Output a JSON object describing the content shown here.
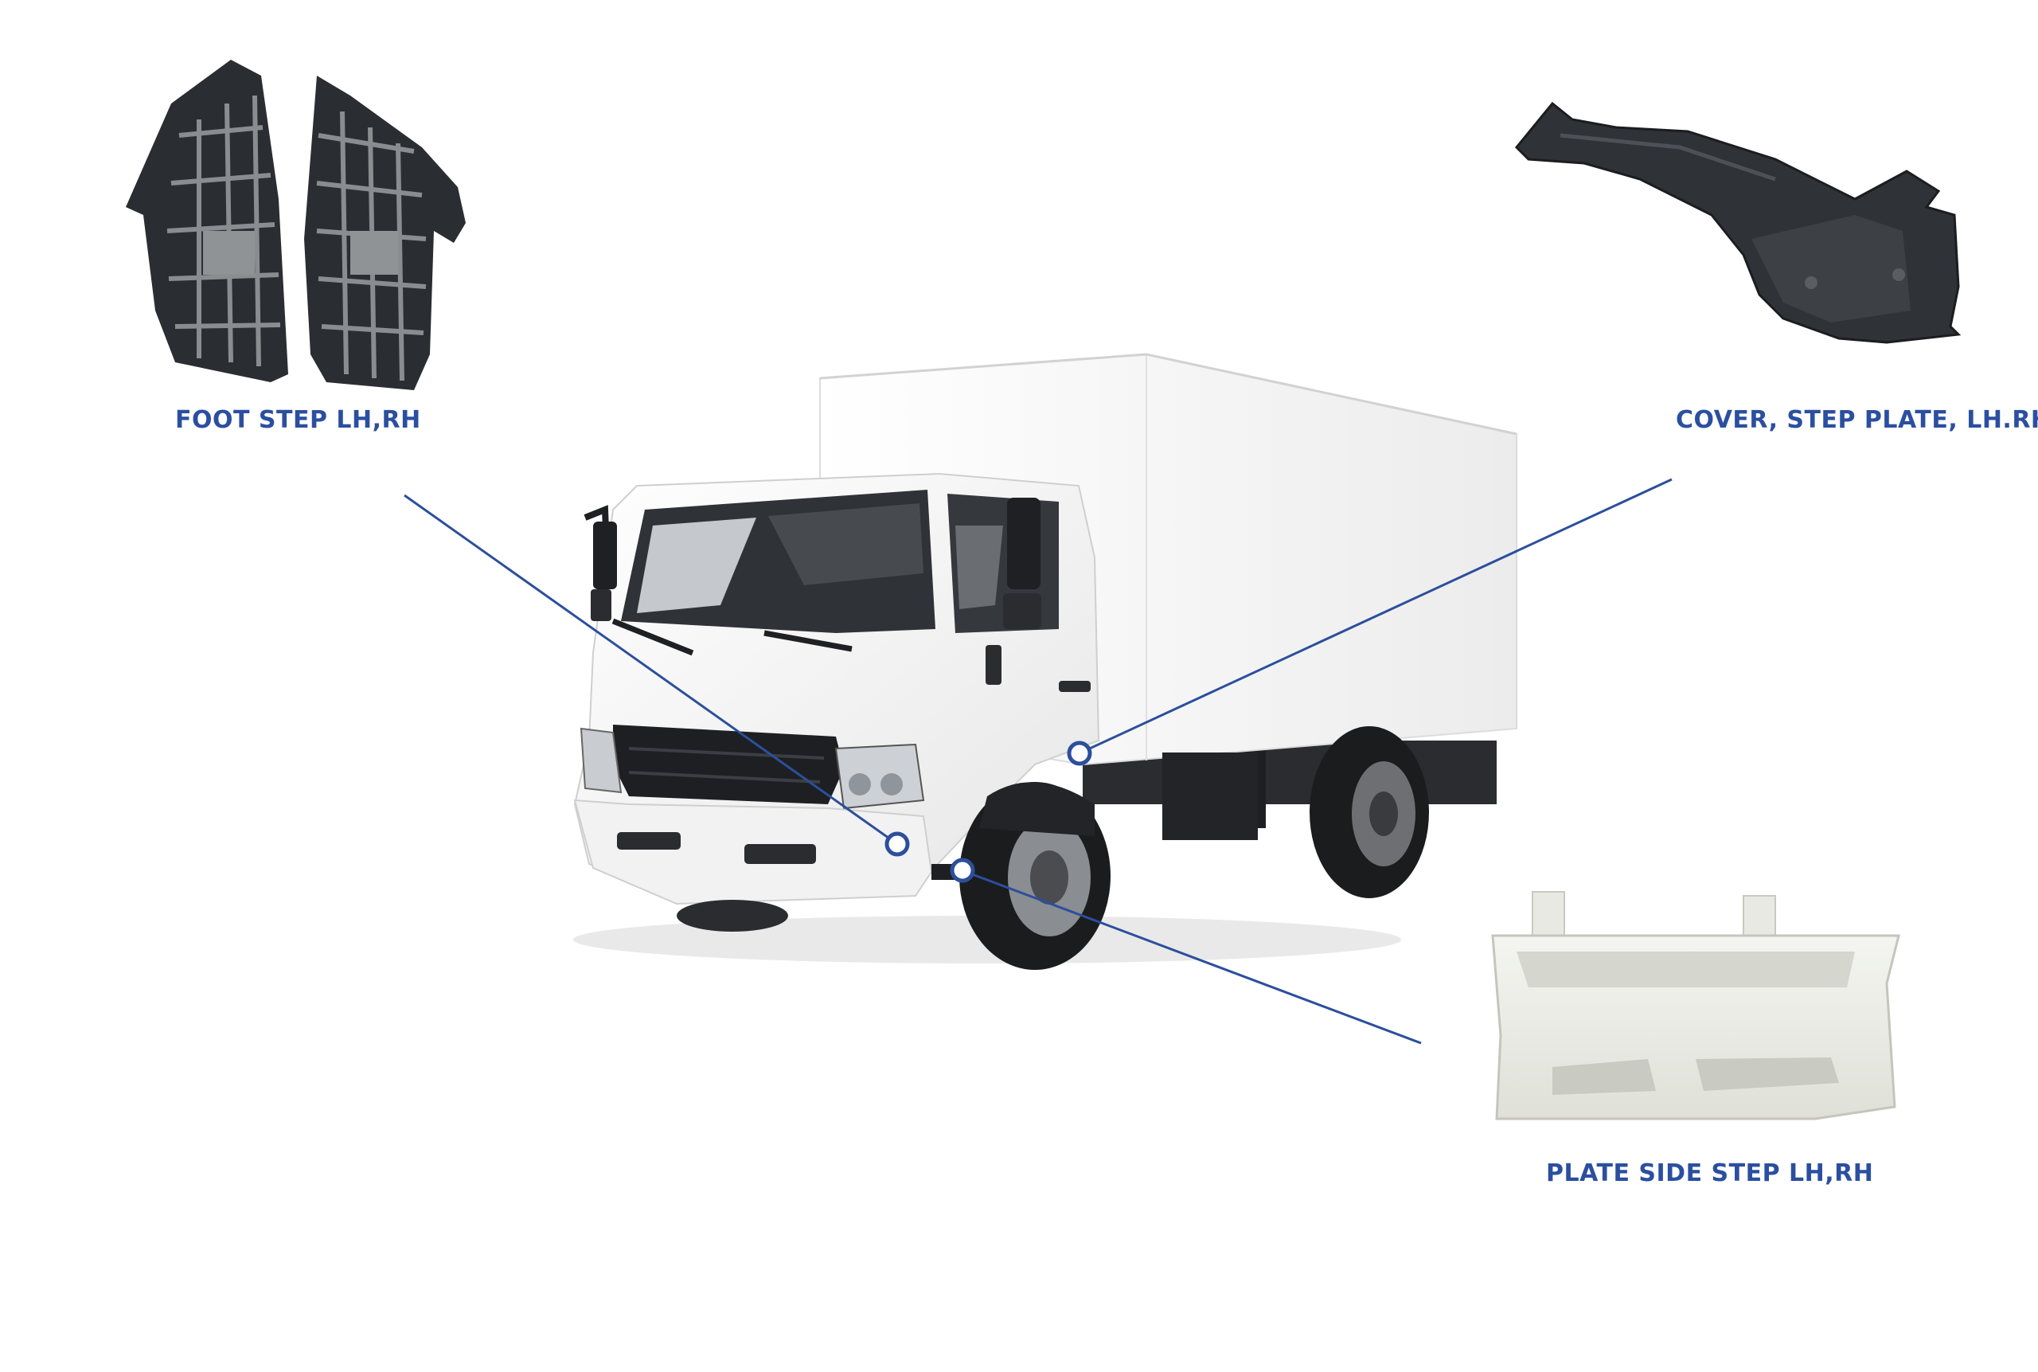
{
  "colors": {
    "label": "#2b4fa0",
    "leader_line": "#2c4f9c",
    "dot_stroke": "#2c4f9c",
    "dot_fill": "#ffffff",
    "truck_body": "#f7f7f7",
    "truck_dark": "#1f2124",
    "part_dark": "#2a2d31",
    "part_light": "#ecede6"
  },
  "icons": {
    "truck": "box-truck-illustration",
    "foot_step": "foot-step-grille-icon",
    "cover": "step-plate-cover-icon",
    "plate": "side-step-plate-icon"
  },
  "parts": {
    "foot_step": {
      "label": "FOOT STEP LH,RH"
    },
    "cover_step_plate": {
      "label": "COVER, STEP PLATE, LH.RH"
    },
    "plate_side_step": {
      "label": "PLATE SIDE STEP LH,RH"
    }
  }
}
